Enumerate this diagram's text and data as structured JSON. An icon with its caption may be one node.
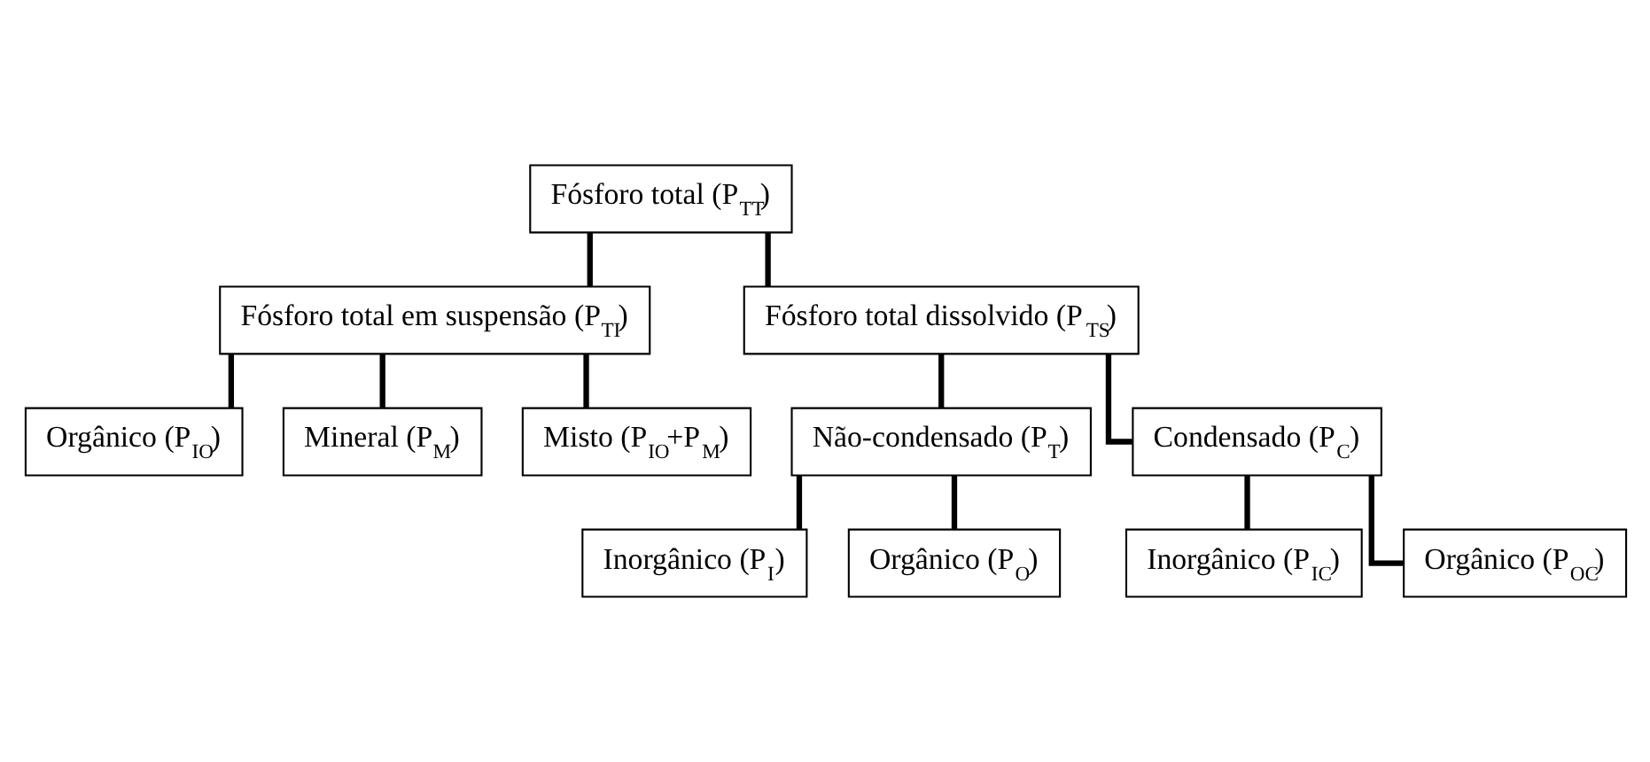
{
  "diagram": {
    "nodes": [
      {
        "text": [
          "Fósforo total (P$_{TT}$)"
        ]
      },
      {
        "text": [
          "Fósforo total em suspensão (P$_{TI}$)"
        ]
      },
      {
        "text": [
          "Fósforo total dissolvido (P$_{TS}$)"
        ]
      },
      {
        "text": [
          "Orgânico (P$_{IO}$)"
        ]
      },
      {
        "text": [
          "Mineral (P$_{M}$)"
        ]
      },
      {
        "text": [
          "Misto (P$_{IO}$+P$_{M}$)"
        ]
      },
      {
        "text": [
          "Não-condensado (P$_{T}$)"
        ]
      },
      {
        "text": [
          "Condensado (P$_{C}$)"
        ]
      },
      {
        "text": [
          "Inorgânico (P$_{I}$)"
        ]
      },
      {
        "text": [
          "Orgânico (P$_{O}$)"
        ]
      },
      {
        "text": [
          "Inorgânico (P$_{IC}$)"
        ]
      },
      {
        "text": [
          "Orgânico (P$_{OC}$)"
        ]
      }
    ],
    "edges": [
      {
        "from": 0,
        "to": 1,
        "arrow": "none"
      },
      {
        "from": 0,
        "to": 2,
        "arrow": "none"
      },
      {
        "from": 1,
        "to": 3,
        "arrow": "none"
      },
      {
        "from": 1,
        "to": 4,
        "arrow": "none"
      },
      {
        "from": 1,
        "to": 5,
        "arrow": "none"
      },
      {
        "from": 2,
        "to": 6,
        "arrow": "none"
      },
      {
        "from": 2,
        "to": 7,
        "arrow": "none"
      },
      {
        "from": 6,
        "to": 8,
        "arrow": "none"
      },
      {
        "from": 6,
        "to": 9,
        "arrow": "none"
      },
      {
        "from": 7,
        "to": 10,
        "arrow": "none"
      },
      {
        "from": 7,
        "to": 11,
        "arrow": "none"
      }
    ]
  }
}
